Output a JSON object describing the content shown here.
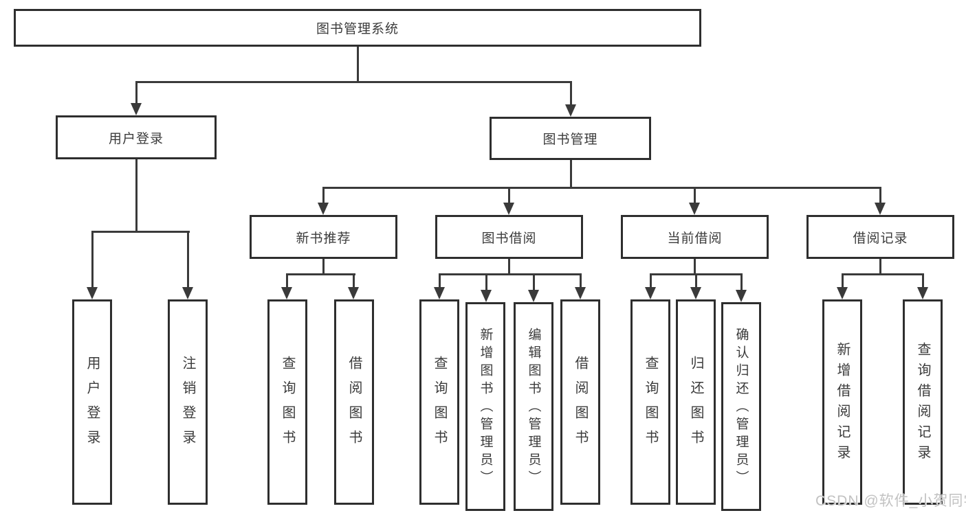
{
  "colors": {
    "background": "#ffffff",
    "border": "#2e2e2e",
    "line": "#3a3a3a",
    "text": "#3b3b3b",
    "watermark": "#c2c2c2"
  },
  "nodes": {
    "root": "图书管理系统",
    "user_login": "用户登录",
    "book_mgmt": "图书管理",
    "new_book_rec": "新书推荐",
    "book_borrow": "图书借阅",
    "current_borrow": "当前借阅",
    "borrow_records": "借阅记录",
    "leaves": {
      "user": [
        "用户登录",
        "注销登录"
      ],
      "new_book": [
        "查询图书",
        "借阅图书"
      ],
      "borrow": [
        "查询图书",
        "新增图书（管理员）",
        "编辑图书（管理员）",
        "借阅图书"
      ],
      "current": [
        "查询图书",
        "归还图书",
        "确认归还（管理员）"
      ],
      "records": [
        "新增借阅记录",
        "查询借阅记录"
      ]
    }
  },
  "watermark": "CSDN @软件_小贺同学"
}
